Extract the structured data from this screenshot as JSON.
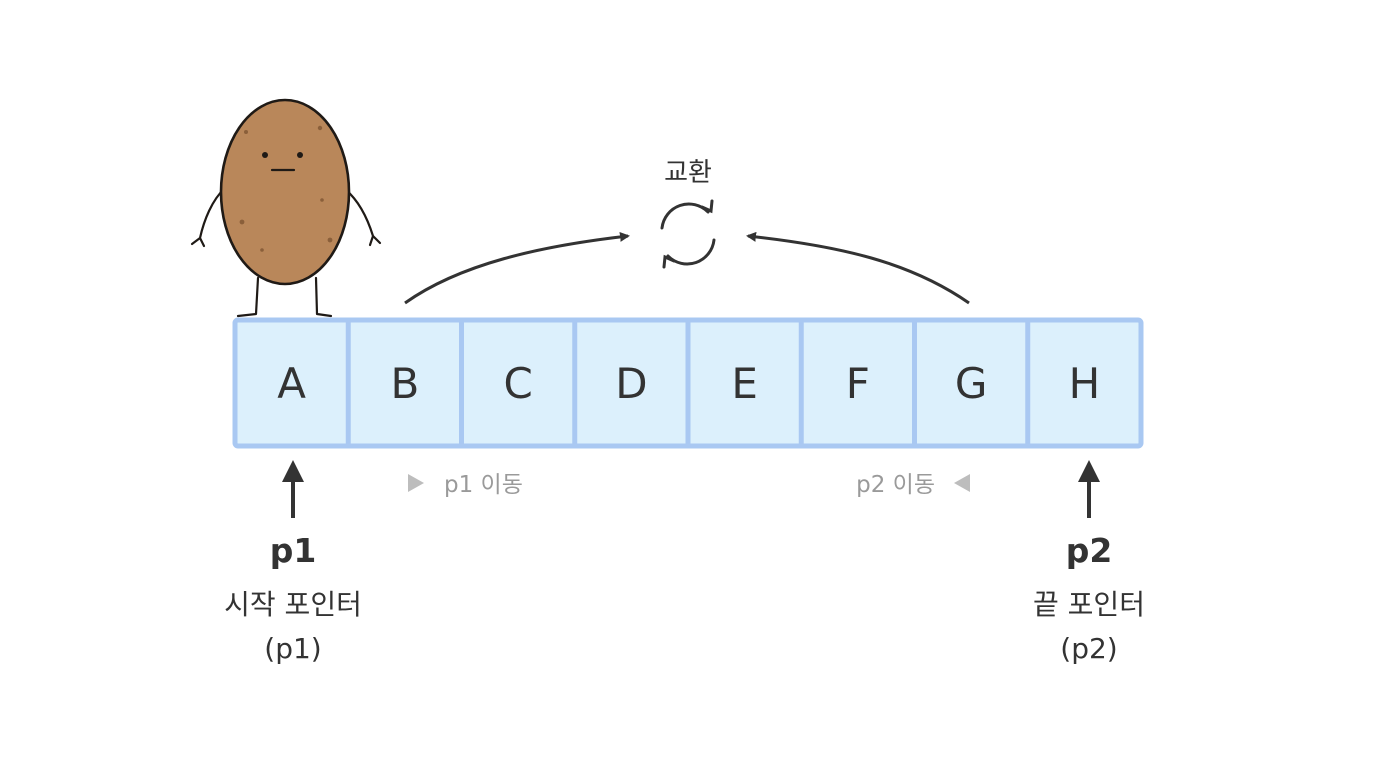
{
  "diagram": {
    "swap_label": "교환",
    "array": [
      "A",
      "B",
      "C",
      "D",
      "E",
      "F",
      "G",
      "H"
    ],
    "p1": {
      "name": "p1",
      "description": "시작 포인터",
      "paren": "(p1)",
      "move_label": "p1 이동"
    },
    "p2": {
      "name": "p2",
      "description": "끝 포인터",
      "paren": "(p2)",
      "move_label": "p2 이동"
    }
  },
  "colors": {
    "cell_fill": "#dcf0fc",
    "cell_border": "#a9c8f2",
    "text": "#333333",
    "muted": "#9a9a9a",
    "potato_body": "#b9875a",
    "potato_outline": "#1f1a16"
  },
  "icons": [
    "potato-character",
    "swap-cycle-icon",
    "arrow-up-icon",
    "arrow-right-icon",
    "arrow-left-icon"
  ]
}
